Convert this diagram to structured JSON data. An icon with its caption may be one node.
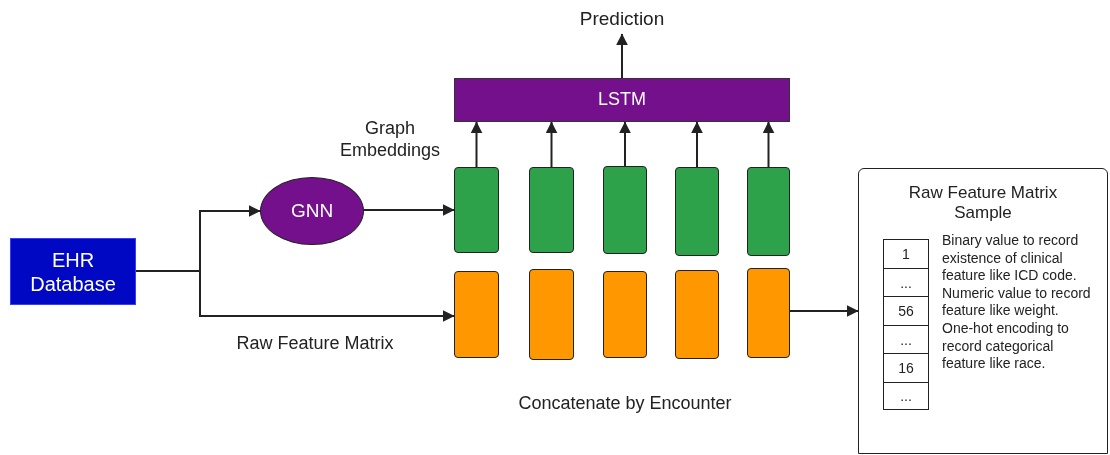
{
  "diagram": {
    "nodes": [
      {
        "text": [
          "Prediction"
        ]
      },
      {
        "text": [
          "LSTM"
        ]
      },
      {
        "text": [
          "EHR Database"
        ]
      },
      {
        "text": [
          "GNN"
        ]
      },
      {
        "text": [],
        "shape": "box"
      },
      {
        "text": [],
        "shape": "box"
      },
      {
        "text": [],
        "shape": "box"
      },
      {
        "text": [],
        "shape": "box"
      },
      {
        "text": [],
        "shape": "box"
      },
      {
        "text": [],
        "shape": "box"
      },
      {
        "text": [],
        "shape": "box"
      },
      {
        "text": [],
        "shape": "box"
      },
      {
        "text": [],
        "shape": "box"
      },
      {
        "text": [],
        "shape": "box"
      },
      {
        "text": [
          "Raw Feature Matrix Sample",
          "Binary value to record existence of clinical feature like ICD code. Numeric value to record feature like weight. One-hot encoding to record categorical feature like race."
        ]
      }
    ],
    "edges": [
      {
        "from": 1,
        "to": 0,
        "arrow": "to"
      },
      {
        "from": 2,
        "to": 3,
        "arrow": "to"
      },
      {
        "from": 2,
        "to": 9,
        "arrow": "to"
      },
      {
        "from": 3,
        "to": 4,
        "arrow": "to"
      },
      {
        "from": 4,
        "to": 1,
        "arrow": "to"
      },
      {
        "from": 5,
        "to": 1,
        "arrow": "to"
      },
      {
        "from": 6,
        "to": 1,
        "arrow": "to"
      },
      {
        "from": 7,
        "to": 1,
        "arrow": "to"
      },
      {
        "from": 8,
        "to": 1,
        "arrow": "to"
      },
      {
        "from": 13,
        "to": 14,
        "arrow": "to"
      }
    ],
    "labels": [
      "Graph Embeddings",
      "Raw Feature Matrix",
      "Concatenate by Encounter",
      "1",
      "...",
      "56",
      "...",
      "16",
      "..."
    ]
  }
}
